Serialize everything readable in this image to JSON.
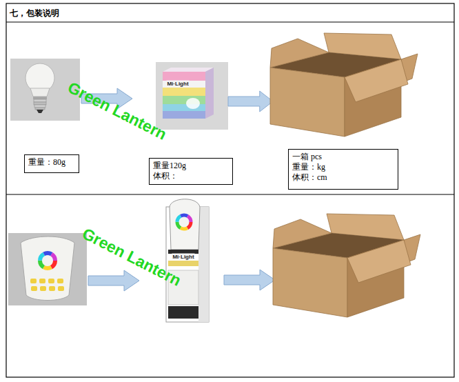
{
  "diagram": {
    "title": "七，包装说明",
    "nodes": [
      {
        "text": [
          "重量：80g"
        ]
      },
      {
        "text": [
          "重量120g",
          "体积："
        ]
      },
      {
        "text": [
          "一箱 pcs",
          "重量：kg",
          "体积：cm"
        ]
      }
    ],
    "labels": [
      "Green Lantern",
      "Green Lantern",
      "Mi·Light",
      "Mi·Light"
    ]
  }
}
